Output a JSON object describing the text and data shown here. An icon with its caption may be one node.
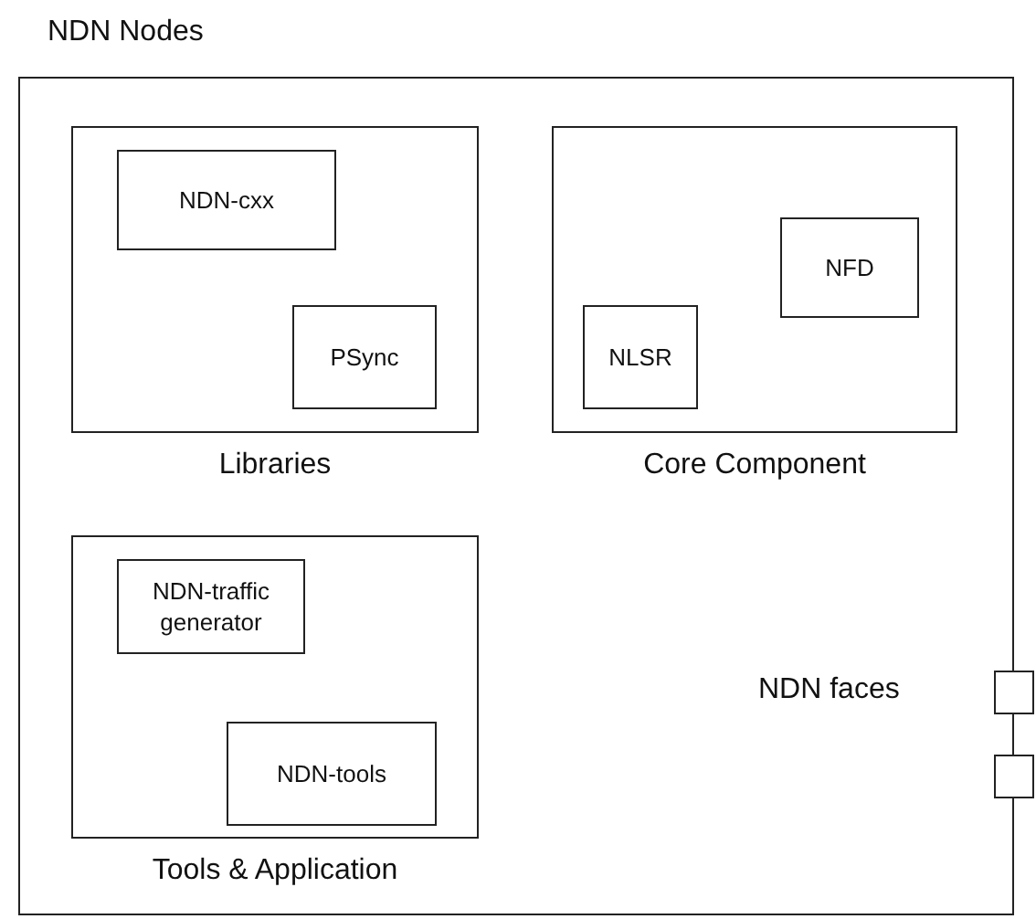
{
  "diagram": {
    "nodes": [
      {
        "text": [
          "NDN Nodes"
        ]
      },
      {
        "text": [
          "Libraries"
        ],
        "in": 0
      },
      {
        "text": [
          "NDN-cxx"
        ],
        "in": 1
      },
      {
        "text": [
          "PSync"
        ],
        "in": 1
      },
      {
        "text": [
          "Core Component"
        ],
        "in": 0
      },
      {
        "text": [
          "NFD"
        ],
        "in": 4
      },
      {
        "text": [
          "NLSR"
        ],
        "in": 4
      },
      {
        "text": [
          "Tools & Application"
        ],
        "in": 0
      },
      {
        "text": [
          "NDN-traffic generator"
        ],
        "in": 7
      },
      {
        "text": [
          "NDN-tools"
        ],
        "in": 7
      },
      {
        "text": [],
        "shape": "box"
      },
      {
        "text": [],
        "shape": "box"
      }
    ],
    "labels": [
      "NDN faces"
    ]
  }
}
